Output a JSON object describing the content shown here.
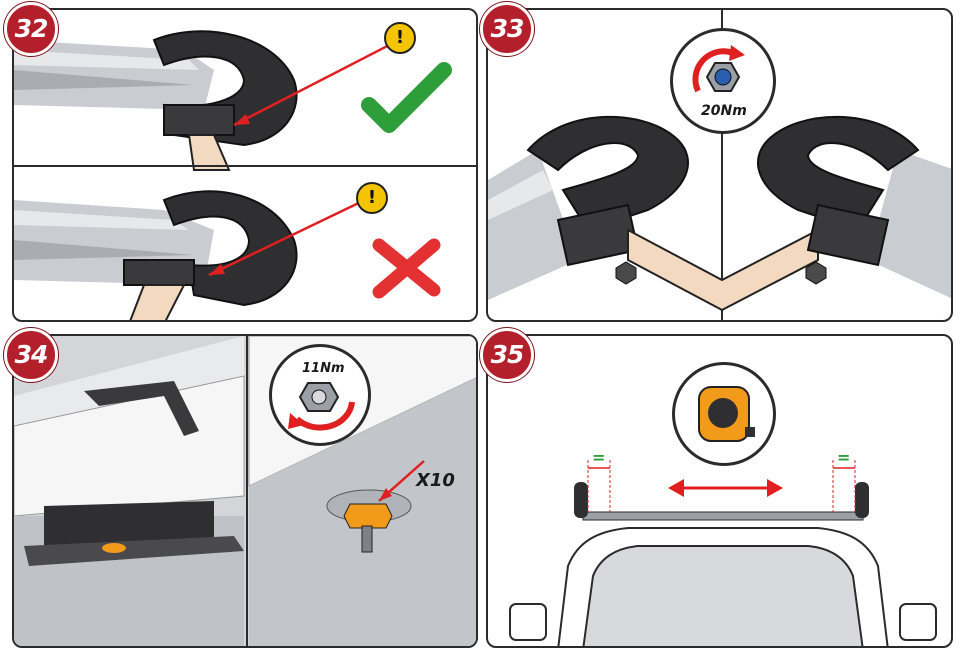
{
  "steps": [
    {
      "number": "32"
    },
    {
      "number": "33",
      "torque": "20Nm"
    },
    {
      "number": "34",
      "torque": "11Nm",
      "quantity": "X10"
    },
    {
      "number": "35",
      "equal_mark": "="
    }
  ],
  "icons": {
    "warning": "exclamation-circle-icon",
    "correct": "check-mark-icon",
    "incorrect": "cross-mark-icon",
    "torque_rotate": "rotate-arrow-icon",
    "measure": "tape-measure-icon"
  },
  "colors": {
    "badge": "#b3202b",
    "arrow": "#e02020",
    "check": "#2e9e3a",
    "cross": "#e33030",
    "warning": "#f5c400",
    "tape": "#f29a1a"
  }
}
